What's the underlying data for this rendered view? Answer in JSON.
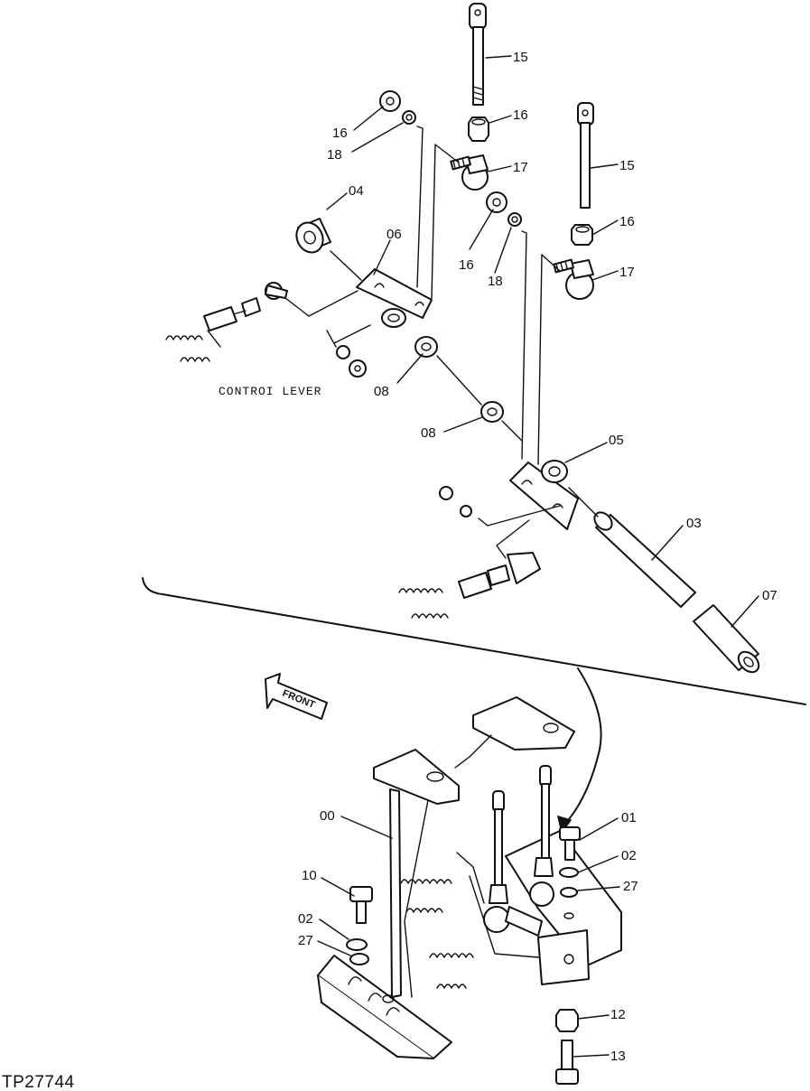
{
  "figure": {
    "id": "TP27744",
    "caption": "CONTROI LEVER",
    "direction_label": "FRONT"
  },
  "callouts": [
    {
      "key": "p15a",
      "label": "15"
    },
    {
      "key": "p16a",
      "label": "16"
    },
    {
      "key": "p16b",
      "label": "16"
    },
    {
      "key": "p18a",
      "label": "18"
    },
    {
      "key": "p17a",
      "label": "17"
    },
    {
      "key": "p04",
      "label": "04"
    },
    {
      "key": "p06",
      "label": "06"
    },
    {
      "key": "p15b",
      "label": "15"
    },
    {
      "key": "p16c",
      "label": "16"
    },
    {
      "key": "p16d",
      "label": "16"
    },
    {
      "key": "p18b",
      "label": "18"
    },
    {
      "key": "p17b",
      "label": "17"
    },
    {
      "key": "p08a",
      "label": "08"
    },
    {
      "key": "p08b",
      "label": "08"
    },
    {
      "key": "p05",
      "label": "05"
    },
    {
      "key": "p03",
      "label": "03"
    },
    {
      "key": "p07",
      "label": "07"
    },
    {
      "key": "p00",
      "label": "00"
    },
    {
      "key": "p01",
      "label": "01"
    },
    {
      "key": "p02a",
      "label": "02"
    },
    {
      "key": "p27a",
      "label": "27"
    },
    {
      "key": "p10",
      "label": "10"
    },
    {
      "key": "p02b",
      "label": "02"
    },
    {
      "key": "p27b",
      "label": "27"
    },
    {
      "key": "p12",
      "label": "12"
    },
    {
      "key": "p13",
      "label": "13"
    }
  ]
}
